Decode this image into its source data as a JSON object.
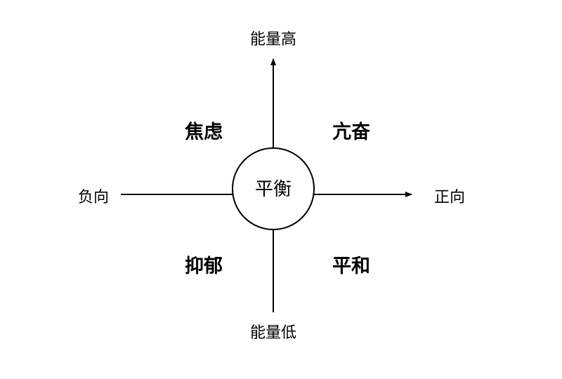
{
  "diagram": {
    "axes": {
      "top": "能量高",
      "bottom": "能量低",
      "left": "负向",
      "right": "正向"
    },
    "quadrants": {
      "top_left": "焦虑",
      "top_right": "亢奋",
      "bottom_left": "抑郁",
      "bottom_right": "平和"
    },
    "center": "平衡"
  }
}
